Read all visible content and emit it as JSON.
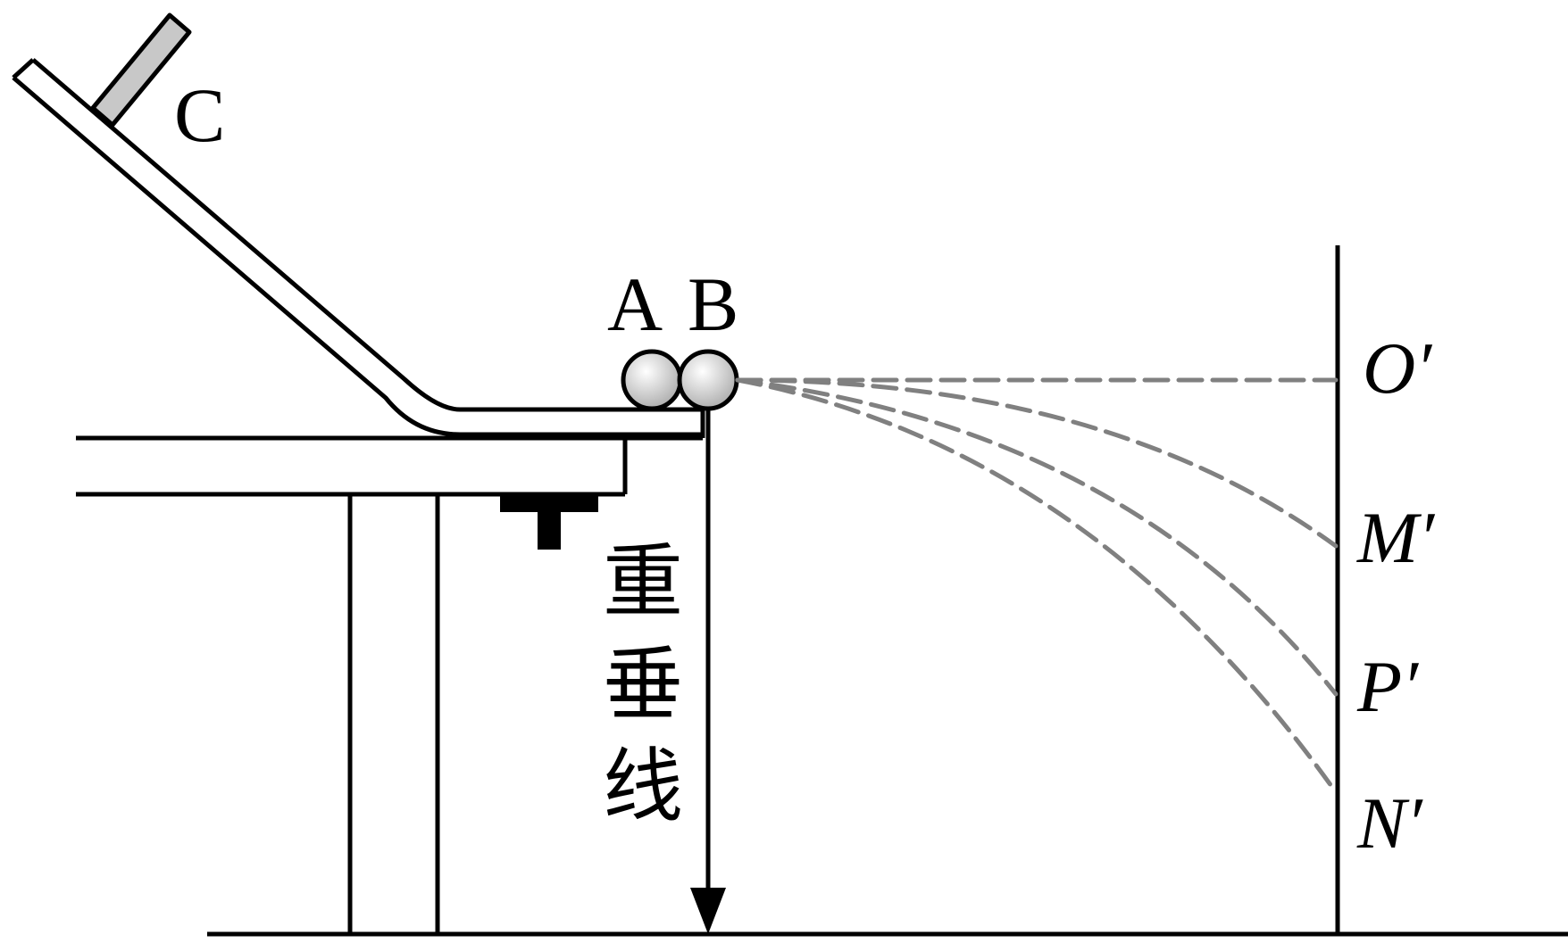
{
  "labels": {
    "C": "C",
    "A": "A",
    "B": "B",
    "O_prime": "O′",
    "M_prime": "M′",
    "P_prime": "P′",
    "N_prime": "N′",
    "plumb_line_char1": "重",
    "plumb_line_char2": "垂",
    "plumb_line_char3": "线"
  },
  "colors": {
    "stroke": "#000000",
    "trajectory": "#808080",
    "ball_fill": "#d9d9d9",
    "stop_block_fill": "#c8c8c8"
  }
}
